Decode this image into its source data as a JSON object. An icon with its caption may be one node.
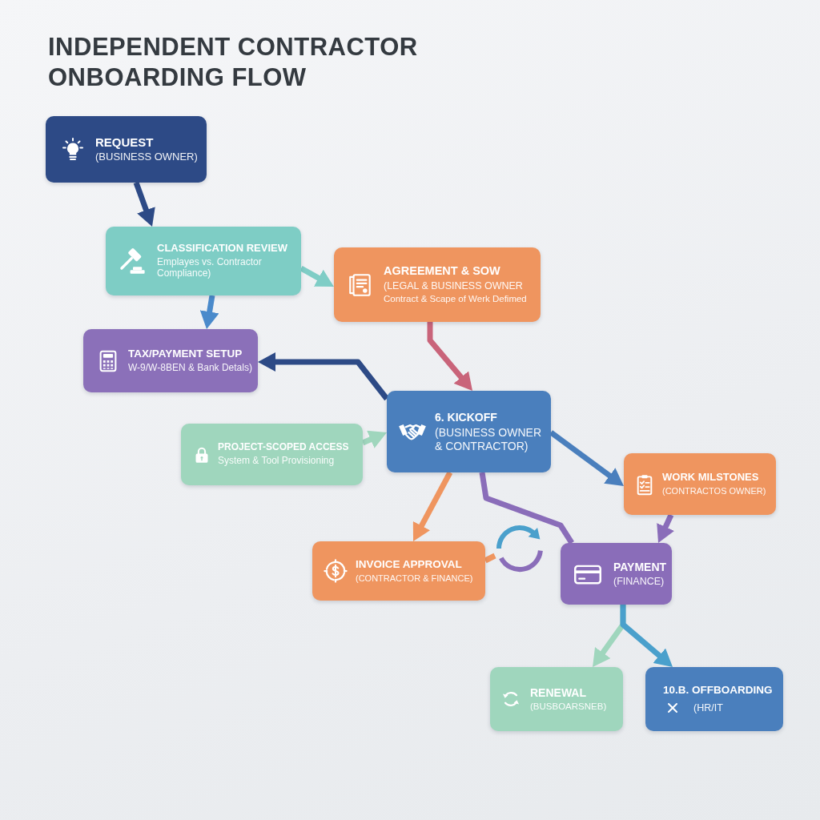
{
  "diagram": {
    "title": "INDEPENDENT CONTRACTOR ONBOARDING FLOW",
    "nodes": [
      {
        "text": [
          "REQUEST",
          "(BUSINESS OWNER)"
        ]
      },
      {
        "text": [
          "CLASSIFICATION REVIEW",
          "Emplayes vs. Contractor Compliance)"
        ]
      },
      {
        "text": [
          "AGREEMENT & SOW",
          "(LEGAL & BUSINESS OWNER",
          "Contract & Scape of Werk Defimed"
        ]
      },
      {
        "text": [
          "TAX/PAYMENT SETUP",
          "W-9/W-8BEN & Bank Detals)"
        ]
      },
      {
        "text": [
          "PROJECT-SCOPED ACCESS",
          "System & Tool Provisioning"
        ]
      },
      {
        "text": [
          "6. KICKOFF",
          "(BUSINESS OWNER & CONTRACTOR)"
        ]
      },
      {
        "text": [
          "WORK MILSTONES",
          "(CONTRACTOS OWNER)"
        ]
      },
      {
        "text": [
          "INVOICE APPROVAL",
          "(CONTRACTOR & FINANCE)"
        ]
      },
      {
        "text": [
          "PAYMENT",
          "(FINANCE)"
        ]
      },
      {
        "text": [
          "RENEWAL",
          "(BUSBOARSNEB)"
        ]
      },
      {
        "text": [
          "10.B. OFFBOARDING",
          "(HR/IT"
        ]
      },
      {
        "text": [],
        "shape": "circle"
      }
    ],
    "edges": [
      {
        "from": 0,
        "to": 1,
        "arrow": "to",
        "color": "#2d4a86"
      },
      {
        "from": 1,
        "to": 2,
        "arrow": "to",
        "color": "#7fcdc6"
      },
      {
        "from": 1,
        "to": 3,
        "arrow": "to",
        "color": "#4a8acb"
      },
      {
        "from": 2,
        "to": 5,
        "arrow": "to",
        "color": "#c9647a"
      },
      {
        "from": 5,
        "to": 3,
        "arrow": "to",
        "color": "#2d4a86"
      },
      {
        "from": 4,
        "to": 5,
        "arrow": "to",
        "color": "#9fd6bd"
      },
      {
        "from": 5,
        "to": 6,
        "arrow": "to",
        "color": "#4a7fbd"
      },
      {
        "from": 5,
        "to": 7,
        "arrow": "to",
        "color": "#ef955f"
      },
      {
        "from": 5,
        "to": 8,
        "arrow": "none",
        "color": "#8a6db9"
      },
      {
        "from": 6,
        "to": 8,
        "arrow": "to",
        "color": "#8a6db9"
      },
      {
        "from": 8,
        "to": 9,
        "arrow": "to",
        "color": "#9fd6bd"
      },
      {
        "from": 8,
        "to": 10,
        "arrow": "to",
        "color": "#4aa0cc"
      },
      {
        "from": 7,
        "to": 11,
        "arrow": "none",
        "color": "#ef955f"
      }
    ]
  }
}
